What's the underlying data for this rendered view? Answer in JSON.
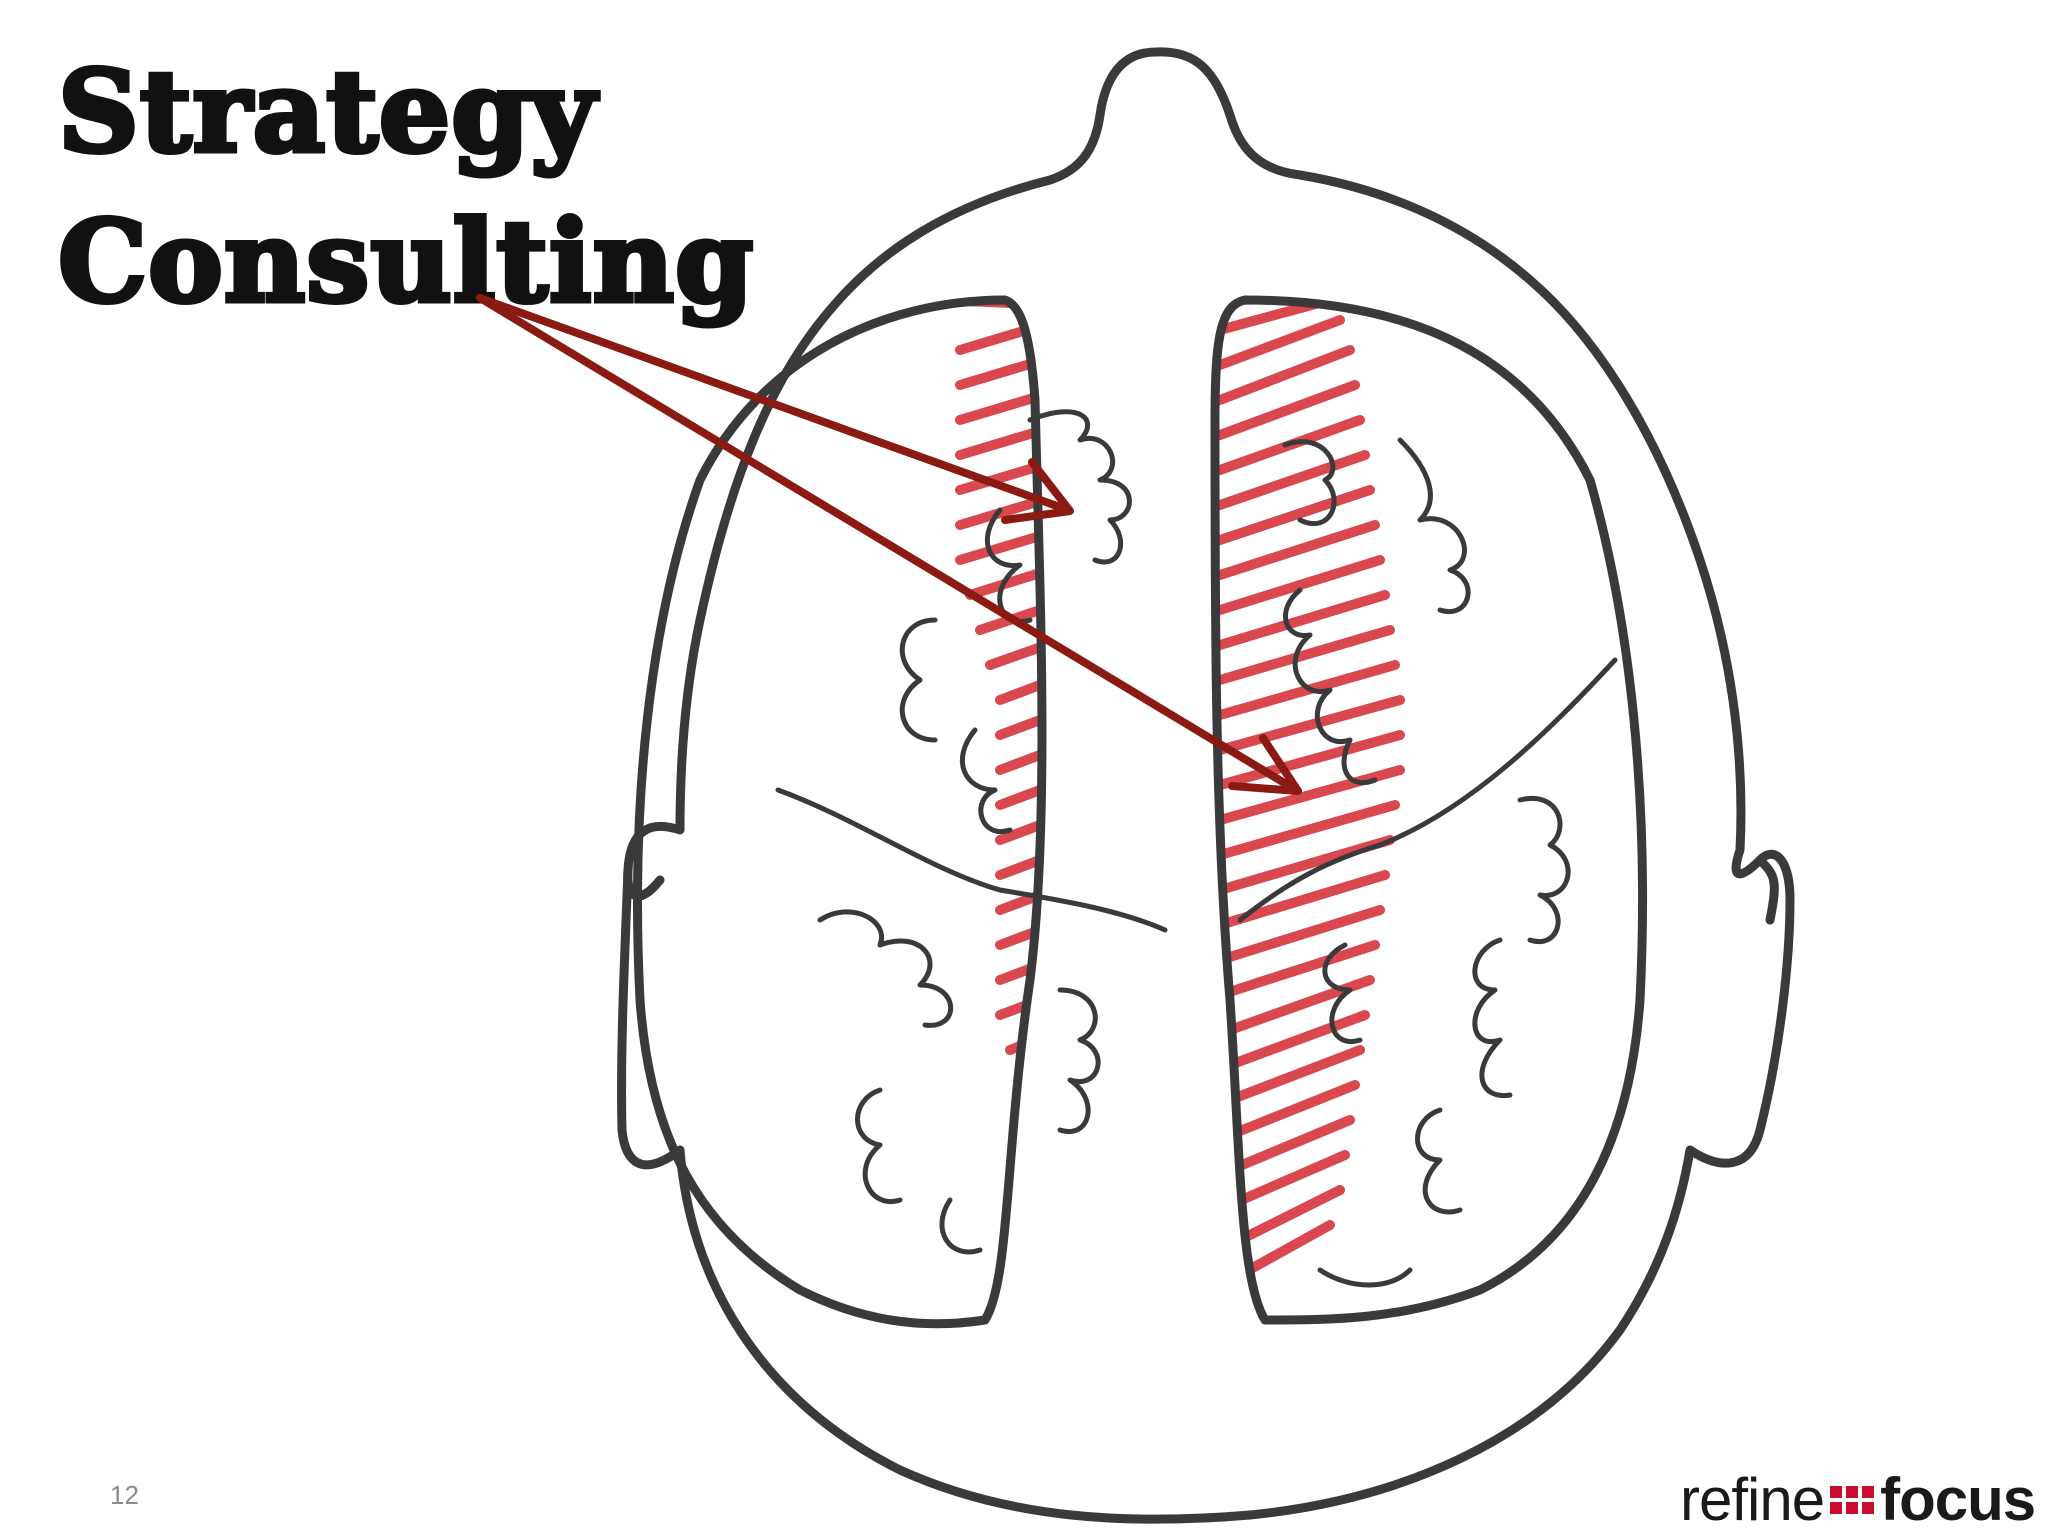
{
  "slide": {
    "title_lines": [
      "Strategy",
      "Consulting"
    ],
    "page_number": "12",
    "logo": {
      "left_word": "refine",
      "right_word": "focus",
      "mark_color": "#c8102e"
    }
  },
  "colors": {
    "outline": "#3a3a3a",
    "hatch": "#d9474f",
    "arrow": "#8b1a12",
    "title": "#111111"
  },
  "icons": {
    "arrows": "arrow-icon",
    "head": "head-outline-icon",
    "brain": "brain-icon"
  }
}
